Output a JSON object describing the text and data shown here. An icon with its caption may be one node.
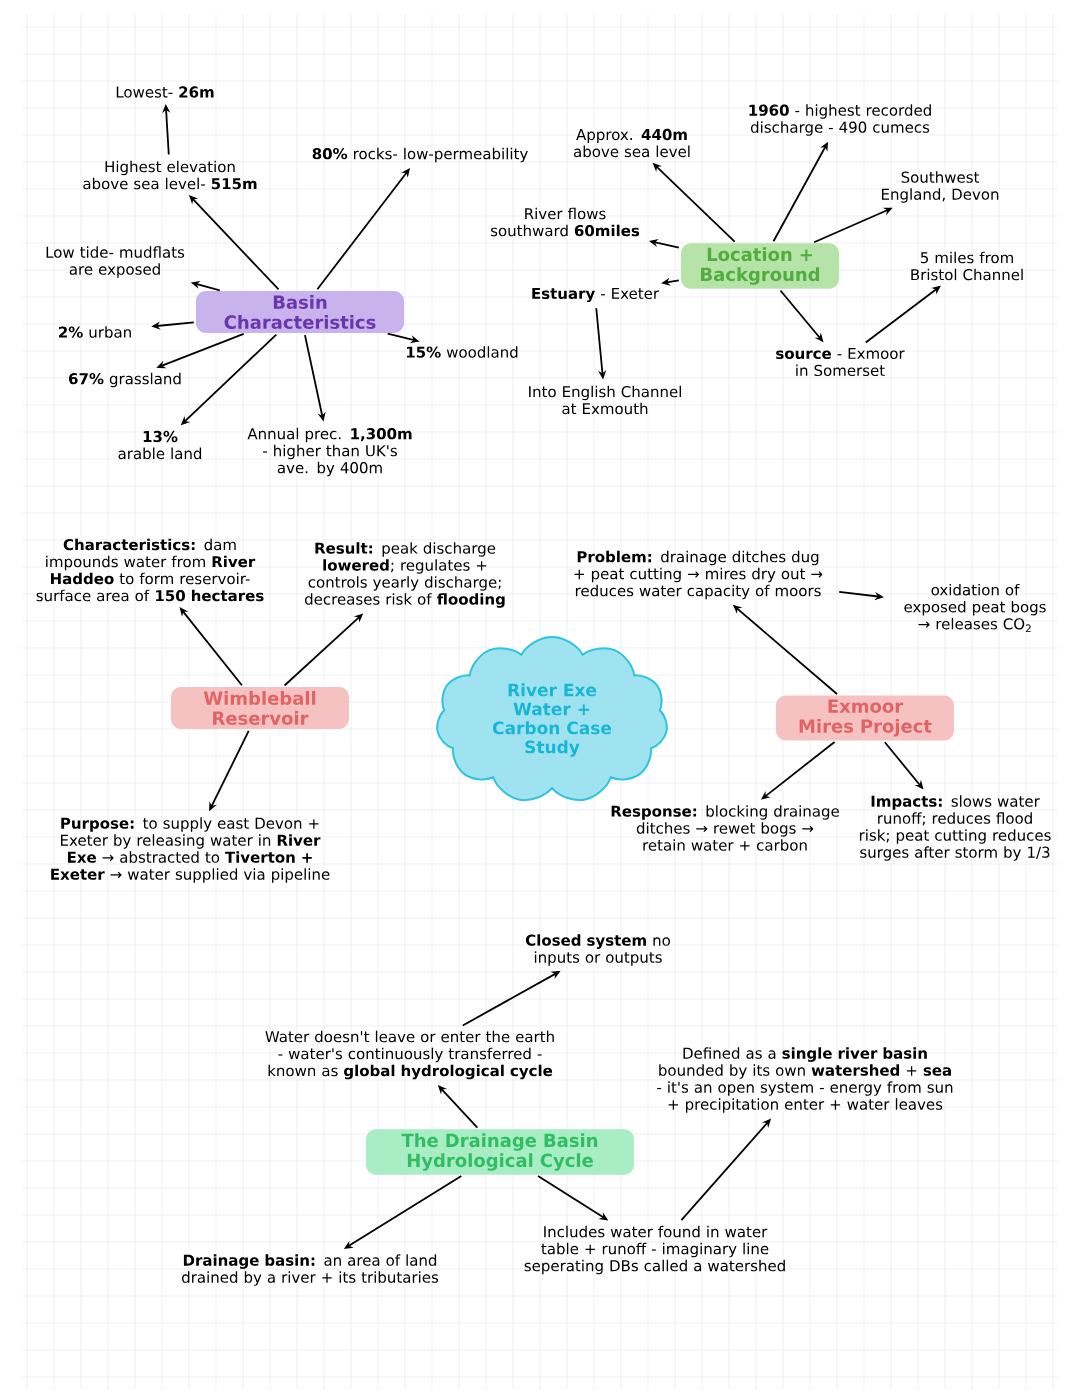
{
  "diagram": {
    "nodes": [
      {
        "text": [
          "Lowest- **26m**"
        ]
      },
      {
        "text": [
          "Highest elevation above sea level- **515m**"
        ]
      },
      {
        "text": [
          "**80%** rocks- low-permeability"
        ]
      },
      {
        "text": [
          "Low tide- mudflats are exposed"
        ]
      },
      {
        "text": [
          "Basin Characteristics"
        ]
      },
      {
        "text": [
          "**2%** urban"
        ]
      },
      {
        "text": [
          "**67%** grassland"
        ]
      },
      {
        "text": [
          "**15%** woodland"
        ]
      },
      {
        "text": [
          "**13%** arable land"
        ]
      },
      {
        "text": [
          "Annual prec. **1,300m** - higher than UK's ave. by 400m"
        ]
      },
      {
        "text": [
          "Approx. **440m** above sea level"
        ]
      },
      {
        "text": [
          "**1960** - highest recorded discharge - 490 cumecs"
        ]
      },
      {
        "text": [
          "River flows southward **60miles**"
        ]
      },
      {
        "text": [
          "Location + Background"
        ]
      },
      {
        "text": [
          "Southwest England, Devon"
        ]
      },
      {
        "text": [
          "**Estuary** - Exeter"
        ]
      },
      {
        "text": [
          "5 miles from Bristol Channel"
        ]
      },
      {
        "text": [
          "**source** - Exmoor in Somerset"
        ]
      },
      {
        "text": [
          "Into English Channel at Exmouth"
        ]
      },
      {
        "text": [
          "**Characteristics:** dam impounds water from **River Haddeo** to form reservoir- surface area of **150 hectares**"
        ]
      },
      {
        "text": [
          "**Result:** peak discharge **lowered**; regulates + controls yearly discharge; decreases risk of **flooding**"
        ]
      },
      {
        "text": [
          "Wimbleball Reservoir"
        ]
      },
      {
        "text": [
          "**Purpose:** to supply east Devon + Exeter by releasing water in **River Exe** → abstracted to **Tiverton + Exeter** → water supplied via pipeline"
        ]
      },
      {
        "text": [
          "River Exe Water + Carbon Case Study"
        ]
      },
      {
        "text": [
          "**Problem:** drainage ditches dug + peat cutting → mires dry out → reduces water capacity of moors"
        ]
      },
      {
        "text": [
          "oxidation of exposed peat bogs → releases CO$_{2}$"
        ]
      },
      {
        "text": [
          "Exmoor Mires Project"
        ]
      },
      {
        "text": [
          "**Response:** blocking drainage ditches → rewet bogs → retain water + carbon"
        ]
      },
      {
        "text": [
          "**Impacts:** slows water runoff; reduces flood risk; peat cutting reduces surges after storm by 1/3"
        ]
      },
      {
        "text": [
          "**Closed system** no inputs or outputs"
        ]
      },
      {
        "text": [
          "Water doesn't leave or enter the earth - water's continuously transferred - known as **global hydrological cycle**"
        ]
      },
      {
        "text": [
          "Defined as a **single river basin** bounded by its own **watershed** + **sea** - it's an open system - energy from sun + precipitation enter + water leaves"
        ]
      },
      {
        "text": [
          "The Drainage Basin Hydrological Cycle"
        ]
      },
      {
        "text": [
          "**Drainage basin:** an area of land drained by a river + its tributaries"
        ]
      },
      {
        "text": [
          "Includes water found in water table + runoff - imaginary line seperating DBs called a watershed"
        ]
      }
    ],
    "edges": [
      {
        "from": 1,
        "to": 0,
        "arrow": "to"
      },
      {
        "from": 4,
        "to": 1,
        "arrow": "to"
      },
      {
        "from": 4,
        "to": 2,
        "arrow": "to"
      },
      {
        "from": 4,
        "to": 3,
        "arrow": "to"
      },
      {
        "from": 4,
        "to": 5,
        "arrow": "to"
      },
      {
        "from": 4,
        "to": 6,
        "arrow": "to"
      },
      {
        "from": 4,
        "to": 8,
        "arrow": "to"
      },
      {
        "from": 4,
        "to": 9,
        "arrow": "to"
      },
      {
        "from": 4,
        "to": 7,
        "arrow": "to"
      },
      {
        "from": 13,
        "to": 10,
        "arrow": "to"
      },
      {
        "from": 13,
        "to": 11,
        "arrow": "to"
      },
      {
        "from": 13,
        "to": 14,
        "arrow": "to"
      },
      {
        "from": 13,
        "to": 12,
        "arrow": "to"
      },
      {
        "from": 13,
        "to": 15,
        "arrow": "to"
      },
      {
        "from": 15,
        "to": 18,
        "arrow": "to"
      },
      {
        "from": 13,
        "to": 17,
        "arrow": "to"
      },
      {
        "from": 17,
        "to": 16,
        "arrow": "to"
      },
      {
        "from": 21,
        "to": 19,
        "arrow": "to"
      },
      {
        "from": 21,
        "to": 20,
        "arrow": "to"
      },
      {
        "from": 21,
        "to": 22,
        "arrow": "to"
      },
      {
        "from": 26,
        "to": 24,
        "arrow": "to"
      },
      {
        "from": 24,
        "to": 25,
        "arrow": "to"
      },
      {
        "from": 26,
        "to": 27,
        "arrow": "to"
      },
      {
        "from": 26,
        "to": 28,
        "arrow": "to"
      },
      {
        "from": 30,
        "to": 29,
        "arrow": "to"
      },
      {
        "from": 32,
        "to": 30,
        "arrow": "to"
      },
      {
        "from": 32,
        "to": 33,
        "arrow": "to"
      },
      {
        "from": 32,
        "to": 34,
        "arrow": "to"
      },
      {
        "from": 34,
        "to": 31,
        "arrow": "to"
      }
    ]
  }
}
